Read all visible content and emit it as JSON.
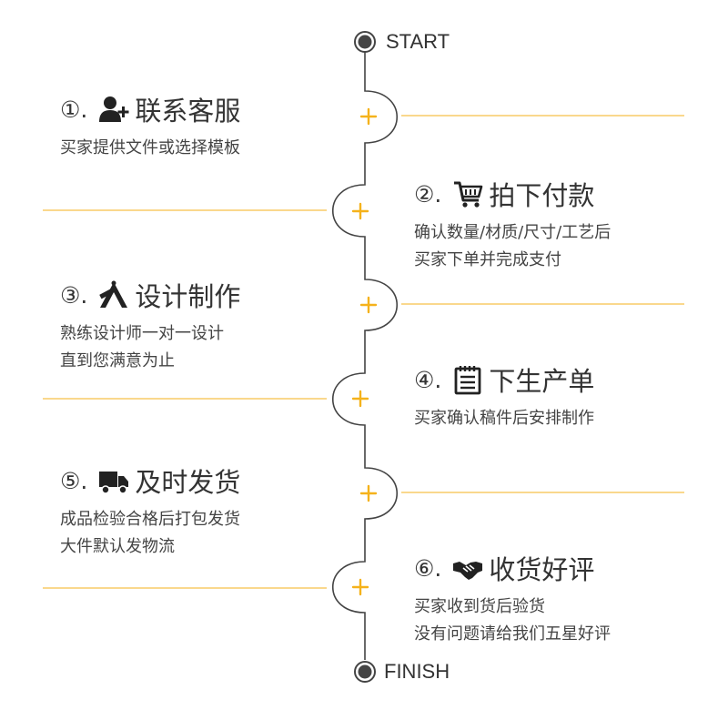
{
  "start_label": "START",
  "finish_label": "FINISH",
  "accent_color": "#f5b21b",
  "line_color": "#444444",
  "steps": [
    {
      "number": "①.",
      "icon": "add-user-icon",
      "title": "联系客服",
      "desc": [
        "买家提供文件或选择模板"
      ],
      "side": "left"
    },
    {
      "number": "②.",
      "icon": "shopping-cart-icon",
      "title": "拍下付款",
      "desc": [
        "确认数量/材质/尺寸/工艺后",
        "买家下单并完成支付"
      ],
      "side": "right"
    },
    {
      "number": "③.",
      "icon": "design-tools-icon",
      "title": "设计制作",
      "desc": [
        "熟练设计师一对一设计",
        "直到您满意为止"
      ],
      "side": "left"
    },
    {
      "number": "④.",
      "icon": "notepad-icon",
      "title": "下生产单",
      "desc": [
        "买家确认稿件后安排制作"
      ],
      "side": "right"
    },
    {
      "number": "⑤.",
      "icon": "delivery-truck-icon",
      "title": "及时发货",
      "desc": [
        "成品检验合格后打包发货",
        "大件默认发物流"
      ],
      "side": "left"
    },
    {
      "number": "⑥.",
      "icon": "handshake-icon",
      "title": "收货好评",
      "desc": [
        "买家收到货后验货",
        "没有问题请给我们五星好评"
      ],
      "side": "right"
    }
  ]
}
